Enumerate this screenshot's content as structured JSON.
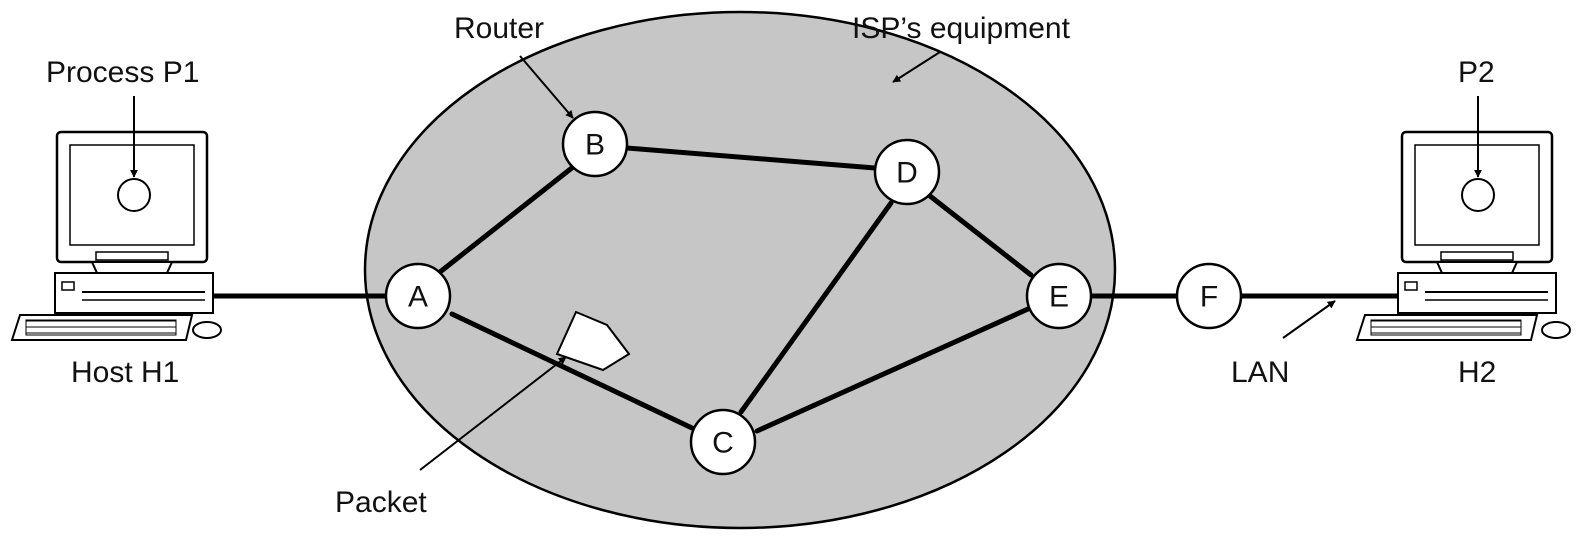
{
  "labels": {
    "router": "Router",
    "isp_equipment": "ISP’s equipment",
    "process_p1": "Process P1",
    "p2": "P2",
    "host_h1": "Host H1",
    "h2": "H2",
    "lan": "LAN",
    "packet": "Packet"
  },
  "nodes": {
    "a": "A",
    "b": "B",
    "c": "C",
    "d": "D",
    "e": "E",
    "f": "F"
  },
  "colors": {
    "cloud_fill": "#c6c6c6",
    "line": "#000000",
    "background": "#ffffff"
  }
}
